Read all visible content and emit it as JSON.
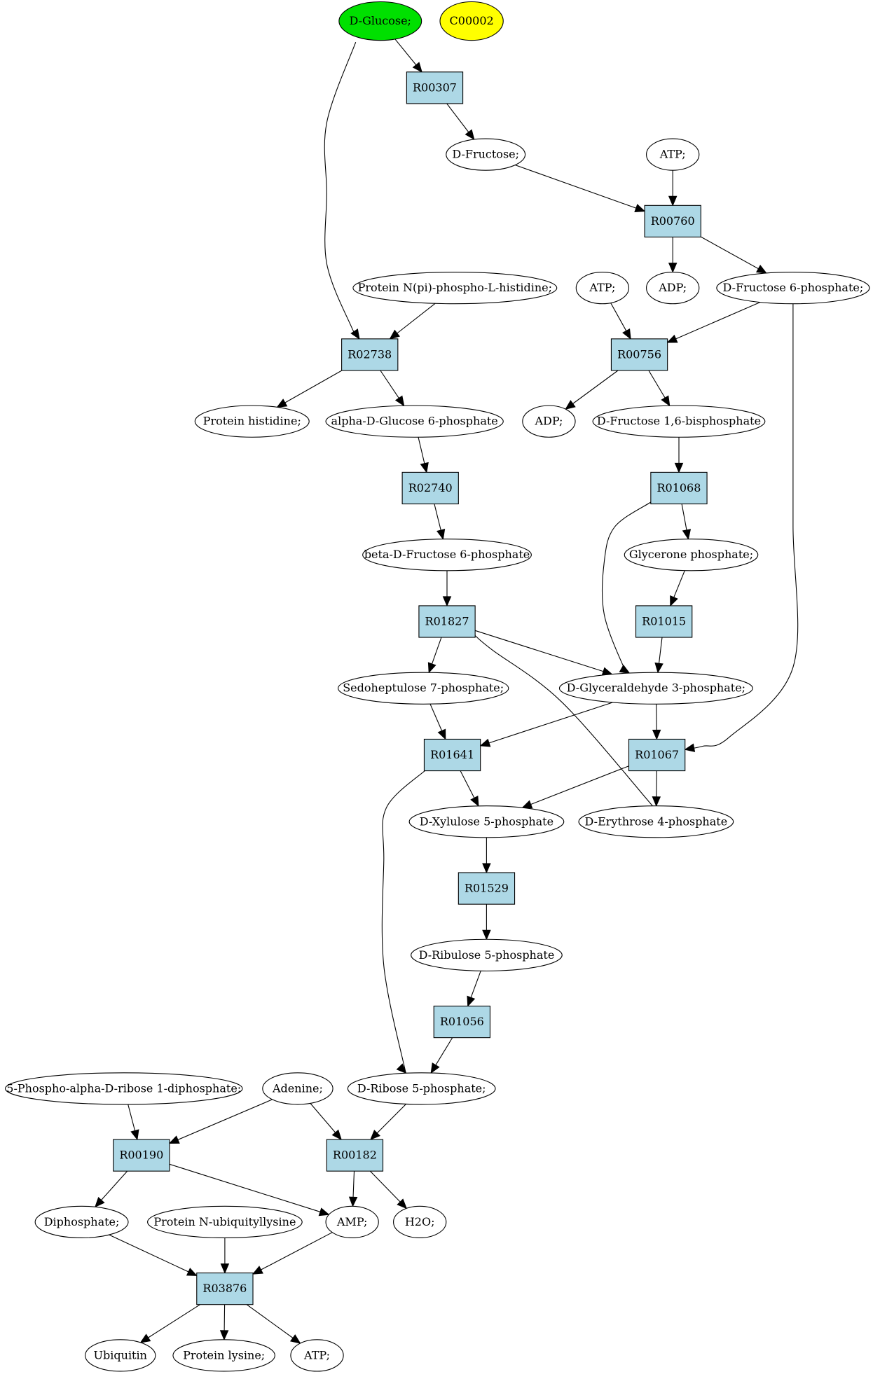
{
  "colors": {
    "reaction_fill": "#add8e6",
    "compound_fill": "#ffffff",
    "start_fill": "#00e000",
    "secondary_fill": "#ffff00",
    "stroke": "#000000"
  },
  "reactions": [
    {
      "id": "r_R00307",
      "label": "R00307"
    },
    {
      "id": "r_R00760",
      "label": "R00760"
    },
    {
      "id": "r_R02738",
      "label": "R02738"
    },
    {
      "id": "r_R00756",
      "label": "R00756"
    },
    {
      "id": "r_R02740",
      "label": "R02740"
    },
    {
      "id": "r_R01068",
      "label": "R01068"
    },
    {
      "id": "r_R01827",
      "label": "R01827"
    },
    {
      "id": "r_R01015",
      "label": "R01015"
    },
    {
      "id": "r_R01641",
      "label": "R01641"
    },
    {
      "id": "r_R01067",
      "label": "R01067"
    },
    {
      "id": "r_R01529",
      "label": "R01529"
    },
    {
      "id": "r_R01056",
      "label": "R01056"
    },
    {
      "id": "r_R00190",
      "label": "R00190"
    },
    {
      "id": "r_R00182",
      "label": "R00182"
    },
    {
      "id": "r_R03876",
      "label": "R03876"
    }
  ],
  "compounds": [
    {
      "id": "c_glucose",
      "label": "D-Glucose;",
      "kind": "start"
    },
    {
      "id": "c_c00002",
      "label": "C00002",
      "kind": "secondary"
    },
    {
      "id": "c_fructose",
      "label": "D-Fructose;",
      "kind": "normal"
    },
    {
      "id": "c_atp1",
      "label": "ATP;",
      "kind": "normal"
    },
    {
      "id": "c_protein_phis",
      "label": "Protein N(pi)-phospho-L-histidine;",
      "kind": "normal"
    },
    {
      "id": "c_atp2",
      "label": "ATP;",
      "kind": "normal"
    },
    {
      "id": "c_adp1",
      "label": "ADP;",
      "kind": "normal"
    },
    {
      "id": "c_f6p",
      "label": "D-Fructose 6-phosphate;",
      "kind": "normal"
    },
    {
      "id": "c_protein_his",
      "label": "Protein histidine;",
      "kind": "normal"
    },
    {
      "id": "c_ag6p",
      "label": "alpha-D-Glucose 6-phosphate",
      "kind": "normal"
    },
    {
      "id": "c_adp2",
      "label": "ADP;",
      "kind": "normal"
    },
    {
      "id": "c_fbp",
      "label": "D-Fructose 1,6-bisphosphate",
      "kind": "normal"
    },
    {
      "id": "c_bf6p",
      "label": "beta-D-Fructose 6-phosphate",
      "kind": "normal"
    },
    {
      "id": "c_dhap",
      "label": "Glycerone phosphate;",
      "kind": "normal"
    },
    {
      "id": "c_s7p",
      "label": "Sedoheptulose 7-phosphate;",
      "kind": "normal"
    },
    {
      "id": "c_g3p",
      "label": "D-Glyceraldehyde 3-phosphate;",
      "kind": "normal"
    },
    {
      "id": "c_x5p",
      "label": "D-Xylulose 5-phosphate",
      "kind": "normal"
    },
    {
      "id": "c_e4p",
      "label": "D-Erythrose 4-phosphate",
      "kind": "normal"
    },
    {
      "id": "c_ru5p",
      "label": "D-Ribulose 5-phosphate",
      "kind": "normal"
    },
    {
      "id": "c_prpp",
      "label": "5-Phospho-alpha-D-ribose 1-diphosphate;",
      "kind": "normal"
    },
    {
      "id": "c_adenine",
      "label": "Adenine;",
      "kind": "normal"
    },
    {
      "id": "c_r5p",
      "label": "D-Ribose 5-phosphate;",
      "kind": "normal"
    },
    {
      "id": "c_diphosphate",
      "label": "Diphosphate;",
      "kind": "normal"
    },
    {
      "id": "c_pnub",
      "label": "Protein N-ubiquityllysine",
      "kind": "normal"
    },
    {
      "id": "c_amp",
      "label": "AMP;",
      "kind": "normal"
    },
    {
      "id": "c_h2o",
      "label": "H2O;",
      "kind": "normal"
    },
    {
      "id": "c_ubiquitin",
      "label": "Ubiquitin",
      "kind": "normal"
    },
    {
      "id": "c_plys",
      "label": "Protein lysine;",
      "kind": "normal"
    },
    {
      "id": "c_atp3",
      "label": "ATP;",
      "kind": "normal"
    }
  ],
  "edges": [
    [
      "c_glucose",
      "r_R00307"
    ],
    [
      "r_R00307",
      "c_fructose"
    ],
    [
      "c_fructose",
      "r_R00760"
    ],
    [
      "c_atp1",
      "r_R00760"
    ],
    [
      "r_R00760",
      "c_adp1"
    ],
    [
      "r_R00760",
      "c_f6p"
    ],
    [
      "c_glucose",
      "r_R02738"
    ],
    [
      "c_protein_phis",
      "r_R02738"
    ],
    [
      "c_atp2",
      "r_R00756"
    ],
    [
      "c_f6p",
      "r_R00756"
    ],
    [
      "r_R02738",
      "c_protein_his"
    ],
    [
      "r_R02738",
      "c_ag6p"
    ],
    [
      "r_R00756",
      "c_adp2"
    ],
    [
      "r_R00756",
      "c_fbp"
    ],
    [
      "c_ag6p",
      "r_R02740"
    ],
    [
      "c_fbp",
      "r_R01068"
    ],
    [
      "r_R02740",
      "c_bf6p"
    ],
    [
      "r_R01068",
      "c_dhap"
    ],
    [
      "c_bf6p",
      "r_R01827"
    ],
    [
      "c_dhap",
      "r_R01015"
    ],
    [
      "r_R01827",
      "c_s7p"
    ],
    [
      "r_R01827",
      "c_g3p"
    ],
    [
      "r_R01068",
      "c_g3p"
    ],
    [
      "r_R01015",
      "c_g3p"
    ],
    [
      "c_s7p",
      "r_R01641"
    ],
    [
      "c_g3p",
      "r_R01641"
    ],
    [
      "c_g3p",
      "r_R01067"
    ],
    [
      "c_f6p",
      "r_R01067"
    ],
    [
      "r_R01641",
      "c_x5p"
    ],
    [
      "r_R01067",
      "c_x5p"
    ],
    [
      "r_R01067",
      "c_e4p"
    ],
    [
      "c_e4p",
      "r_R01827"
    ],
    [
      "c_x5p",
      "r_R01529"
    ],
    [
      "r_R01529",
      "c_ru5p"
    ],
    [
      "c_ru5p",
      "r_R01056"
    ],
    [
      "r_R01056",
      "c_r5p"
    ],
    [
      "r_R01641",
      "c_r5p"
    ],
    [
      "c_prpp",
      "r_R00190"
    ],
    [
      "c_adenine",
      "r_R00190"
    ],
    [
      "c_adenine",
      "r_R00182"
    ],
    [
      "c_r5p",
      "r_R00182"
    ],
    [
      "r_R00190",
      "c_diphosphate"
    ],
    [
      "r_R00190",
      "c_amp"
    ],
    [
      "r_R00182",
      "c_amp"
    ],
    [
      "r_R00182",
      "c_h2o"
    ],
    [
      "c_diphosphate",
      "r_R03876"
    ],
    [
      "c_pnub",
      "r_R03876"
    ],
    [
      "c_amp",
      "r_R03876"
    ],
    [
      "r_R03876",
      "c_ubiquitin"
    ],
    [
      "r_R03876",
      "c_plys"
    ],
    [
      "r_R03876",
      "c_atp3"
    ]
  ]
}
